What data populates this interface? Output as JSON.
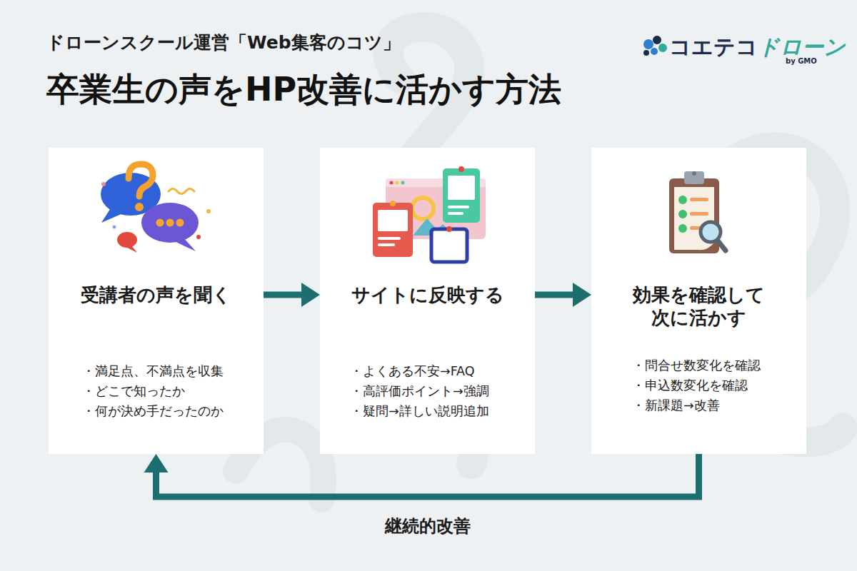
{
  "diagram": {
    "title": "卒業生の声をHP改善に活かす方法",
    "nodes": [
      {
        "text": [
          "受講者の声を聞く",
          "・満足点、不満点を収集",
          "・どこで知ったか",
          "・何が決め手だったのか"
        ]
      },
      {
        "text": [
          "サイトに反映する",
          "・よくある不安→FAQ",
          "・高評価ポイント→強調",
          "・疑問→詳しい説明追加"
        ]
      },
      {
        "text": [
          "効果を確認して 次に活かす",
          "・問合せ数変化を確認",
          "・申込数変化を確認",
          "・新課題→改善"
        ]
      }
    ],
    "edges": [
      {
        "from": 0,
        "to": 1,
        "arrow": "to"
      },
      {
        "from": 1,
        "to": 2,
        "arrow": "to"
      },
      {
        "from": 2,
        "to": 0,
        "arrow": "to",
        "label": "継続的改善"
      }
    ],
    "labels": [
      "ドローンスクール運営「Web集客のコツ」",
      "コエテコ",
      "ドローン",
      "by GMO"
    ]
  }
}
